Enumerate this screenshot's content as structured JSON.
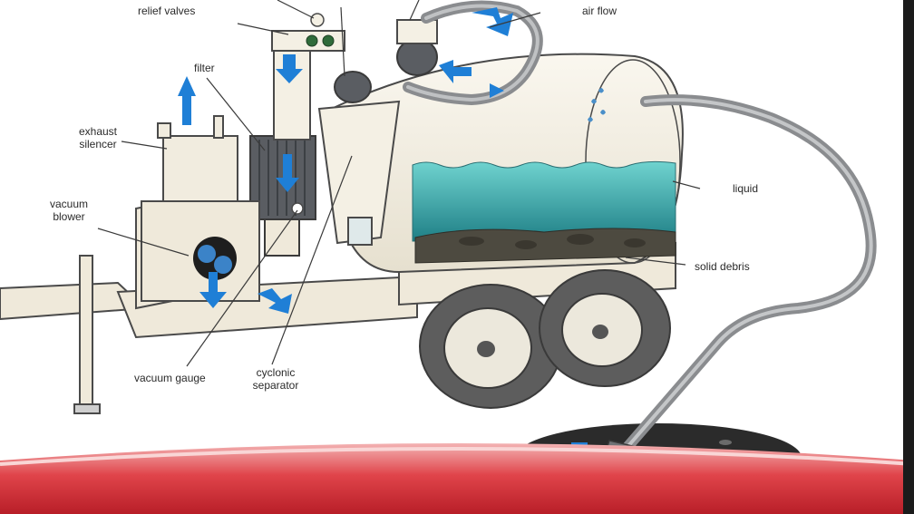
{
  "diagram": {
    "labels": {
      "relief_valves": "relief valves",
      "air_flow": "air flow",
      "filter": "filter",
      "exhaust_silencer": "exhaust\nsilencer",
      "vacuum_blower": "vacuum\nblower",
      "liquid": "liquid",
      "solid_debris": "solid debris",
      "vacuum_gauge": "vacuum gauge",
      "cyclonic_separator": "cyclonic\nseparator"
    },
    "colors": {
      "tank_body": "#f1ecdf",
      "outline": "#4a4a4a",
      "liquid": "#2f9aa0",
      "debris": "#4d4a40",
      "flow_arrow": "#1f7fd6",
      "tire": "#5d5d5d",
      "hose": "#8a8c8f",
      "ground_hole": "#2b2b2b",
      "footer_band": "#d9323a"
    },
    "icons": [
      "flow-arrow-icon",
      "vacuum-gauge-icon"
    ]
  }
}
